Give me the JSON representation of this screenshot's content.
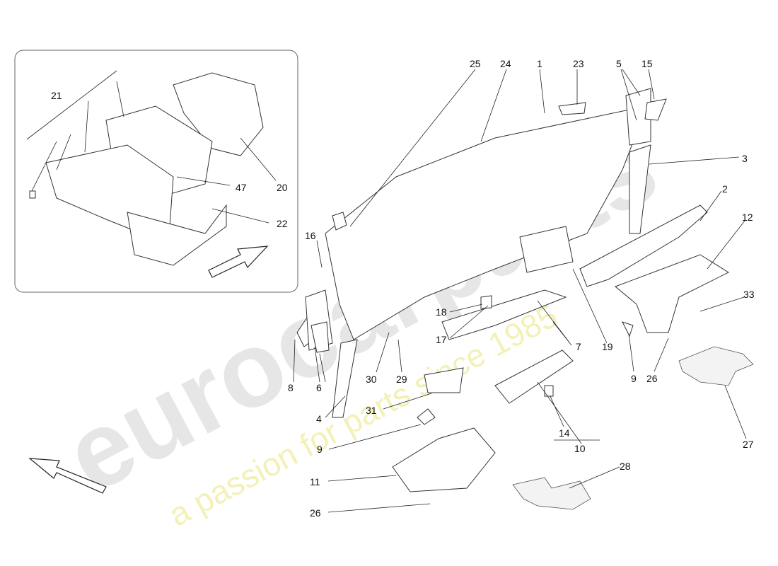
{
  "watermark": {
    "brand": "eurocarparts",
    "tagline": "a passion for parts since 1985",
    "tagline_color": "#f0eca0"
  },
  "inset": {
    "labels": [
      {
        "id": "21",
        "text": "21"
      },
      {
        "id": "47",
        "text": "47"
      },
      {
        "id": "20",
        "text": "20"
      },
      {
        "id": "22",
        "text": "22"
      }
    ]
  },
  "labels": [
    {
      "text": "25"
    },
    {
      "text": "24"
    },
    {
      "text": "1"
    },
    {
      "text": "23"
    },
    {
      "text": "5"
    },
    {
      "text": "15"
    },
    {
      "text": "3"
    },
    {
      "text": "2"
    },
    {
      "text": "12"
    },
    {
      "text": "33"
    },
    {
      "text": "16"
    },
    {
      "text": "18"
    },
    {
      "text": "17"
    },
    {
      "text": "7"
    },
    {
      "text": "19"
    },
    {
      "text": "9"
    },
    {
      "text": "26"
    },
    {
      "text": "8"
    },
    {
      "text": "6"
    },
    {
      "text": "30"
    },
    {
      "text": "29"
    },
    {
      "text": "31"
    },
    {
      "text": "4"
    },
    {
      "text": "9"
    },
    {
      "text": "11"
    },
    {
      "text": "26"
    },
    {
      "text": "14"
    },
    {
      "text": "10"
    },
    {
      "text": "28"
    },
    {
      "text": "27"
    }
  ]
}
